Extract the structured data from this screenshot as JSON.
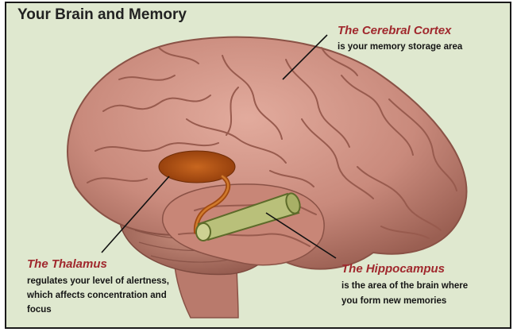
{
  "title": "Your Brain and Memory",
  "labels": [
    {
      "name": "The Cerebral Cortex",
      "description": [
        "is your memory storage area"
      ]
    },
    {
      "name": "The Thalamus",
      "description": [
        "regulates your level of alertness,",
        "which affects concentration and",
        "focus"
      ]
    },
    {
      "name": "The Hippocampus",
      "description": [
        "is the area of the brain where",
        "you form new memories"
      ]
    }
  ],
  "colors": {
    "background": "#dfe8cf",
    "label": "#a0282d",
    "brain": "#c98a7c",
    "thalamus": "#b24f12",
    "hippocampus": "#b9c07a"
  }
}
